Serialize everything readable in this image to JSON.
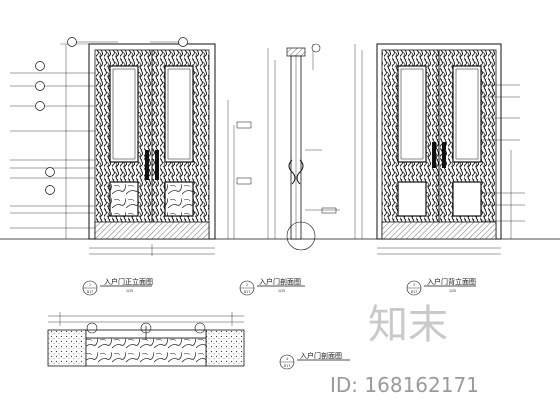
{
  "views": {
    "front_elevation": {
      "title": "入户门正立面图",
      "scale": "1/25",
      "ref": "1",
      "sheet": "D17"
    },
    "side_section": {
      "title": "入户门剖面图",
      "scale": "1/25",
      "ref": "2",
      "sheet": "D17"
    },
    "back_elevation": {
      "title": "入户门背立面图",
      "scale": "1/25",
      "ref": "3",
      "sheet": "D17"
    },
    "plan_section": {
      "title": "入户门剖面图",
      "ref": "4",
      "sheet": "D17"
    }
  },
  "watermark": {
    "brand": "知末",
    "id_label": "ID: 168162171"
  },
  "colors": {
    "line": "#111111",
    "watermark_text": "#9a9a9a",
    "watermark_logo": "#c9c9c9"
  }
}
